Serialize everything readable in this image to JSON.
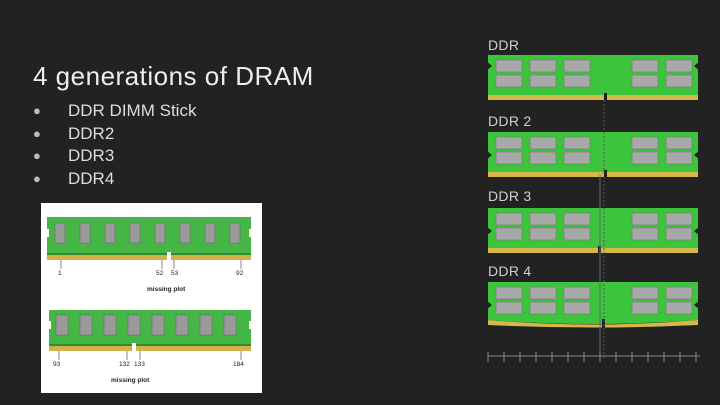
{
  "slide": {
    "title": "4 generations of DRAM",
    "bullets": [
      "DDR DIMM Stick",
      "DDR2",
      "DDR3",
      "DDR4"
    ]
  },
  "photo": {
    "top_stick": {
      "pins": [
        "1",
        "52",
        "53",
        "92"
      ],
      "caption": "missing plot"
    },
    "bottom_stick": {
      "pins": [
        "93",
        "132",
        "133",
        "184"
      ],
      "caption": "missing plot"
    }
  },
  "generations": [
    "DDR",
    "DDR 2",
    "DDR 3",
    "DDR 4"
  ],
  "colors": {
    "background": "#222222",
    "pcb": "#3cc43c",
    "chip": "#a8a8a8",
    "contacts": "#d4b84a"
  }
}
